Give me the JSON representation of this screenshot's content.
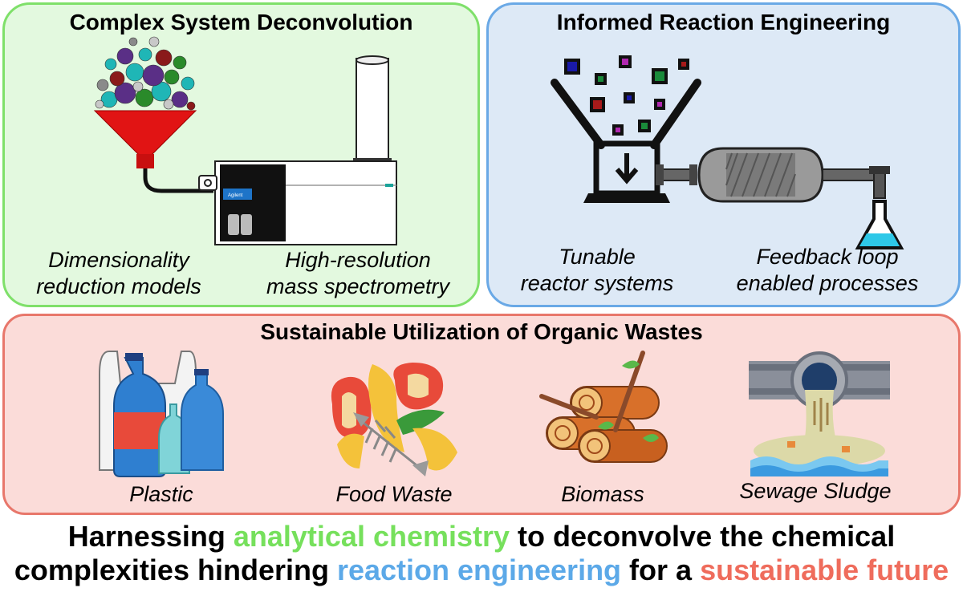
{
  "panels": {
    "deconvolution": {
      "title": "Complex System Deconvolution",
      "left_caption": [
        "Dimensionality",
        "reduction models"
      ],
      "right_caption": [
        "High-resolution",
        "mass spectrometry"
      ],
      "instrument_brand": "Agilent"
    },
    "engineering": {
      "title": "Informed Reaction Engineering",
      "left_caption": [
        "Tunable",
        "reactor systems"
      ],
      "right_caption": [
        "Feedback loop",
        "enabled processes"
      ]
    },
    "utilization": {
      "title": "Sustainable Utilization of Organic Wastes",
      "items": [
        "Plastic",
        "Food Waste",
        "Biomass",
        "Sewage Sludge"
      ]
    }
  },
  "footer": {
    "line1": {
      "pre": "Harnessing ",
      "hl": "analytical chemistry",
      "post": " to deconvolve the chemical"
    },
    "line2": {
      "pre": "complexities hindering ",
      "hl1": "reaction engineering",
      "mid": " for a ",
      "hl2": "sustainable future"
    }
  },
  "colors": {
    "green_accent": "#76e05c",
    "blue_accent": "#5ca9e8",
    "red_accent": "#ef6c5c",
    "green_panel": "#e3f9df",
    "blue_panel": "#dde9f6",
    "red_panel": "#fbdcd9"
  }
}
